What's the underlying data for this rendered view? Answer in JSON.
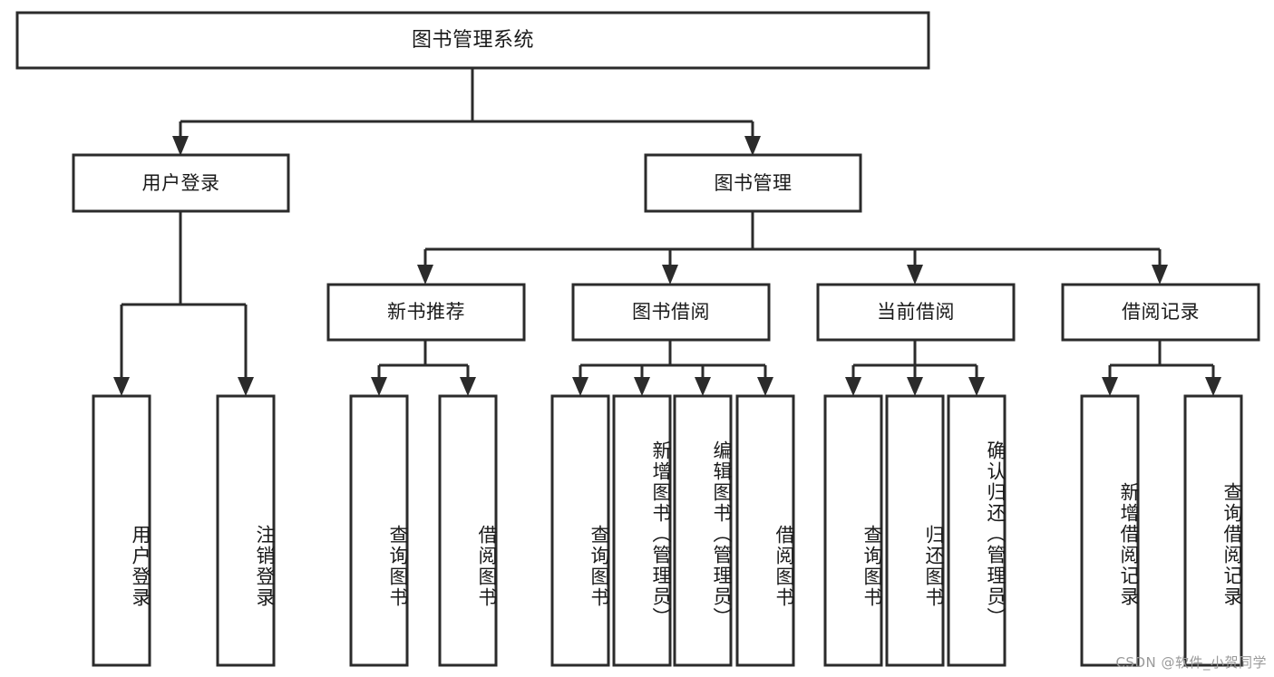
{
  "diagram": {
    "type": "tree-hierarchy",
    "title": "图书管理系统",
    "orientation": "top-down",
    "watermark": "CSDN @软件_小贺同学",
    "colors": {
      "stroke": "#2b2b2b",
      "fill": "#ffffff",
      "text": "#1a1a1a",
      "background": "#ffffff",
      "watermark": "#9a9a9a"
    },
    "levels": {
      "level0": [
        {
          "id": "root",
          "label": "图书管理系统"
        }
      ],
      "level1": [
        {
          "id": "user-login",
          "label": "用户登录",
          "parent": "root"
        },
        {
          "id": "book-manage",
          "label": "图书管理",
          "parent": "root"
        }
      ],
      "level2": [
        {
          "id": "new-book-recommend",
          "label": "新书推荐",
          "parent": "book-manage"
        },
        {
          "id": "book-borrow",
          "label": "图书借阅",
          "parent": "book-manage"
        },
        {
          "id": "current-borrow",
          "label": "当前借阅",
          "parent": "book-manage"
        },
        {
          "id": "borrow-record",
          "label": "借阅记录",
          "parent": "book-manage"
        }
      ],
      "level3": [
        {
          "id": "leaf-user-login",
          "label": "用户登录",
          "parent": "user-login"
        },
        {
          "id": "leaf-logout-login",
          "label": "注销登录",
          "parent": "user-login"
        },
        {
          "id": "leaf-query-book-1",
          "label": "查询图书",
          "parent": "new-book-recommend"
        },
        {
          "id": "leaf-borrow-book-1",
          "label": "借阅图书",
          "parent": "new-book-recommend"
        },
        {
          "id": "leaf-query-book-2",
          "label": "查询图书",
          "parent": "book-borrow"
        },
        {
          "id": "leaf-add-book",
          "label": "新增图书（管理员）",
          "parent": "book-borrow"
        },
        {
          "id": "leaf-edit-book",
          "label": "编辑图书（管理员）",
          "parent": "book-borrow"
        },
        {
          "id": "leaf-borrow-book-2",
          "label": "借阅图书",
          "parent": "book-borrow"
        },
        {
          "id": "leaf-query-book-3",
          "label": "查询图书",
          "parent": "current-borrow"
        },
        {
          "id": "leaf-return-book",
          "label": "归还图书",
          "parent": "current-borrow"
        },
        {
          "id": "leaf-confirm-return",
          "label": "确认归还（管理员）",
          "parent": "current-borrow"
        },
        {
          "id": "leaf-add-record",
          "label": "新增借阅记录",
          "parent": "borrow-record"
        },
        {
          "id": "leaf-query-record",
          "label": "查询借阅记录",
          "parent": "borrow-record"
        }
      ]
    }
  }
}
